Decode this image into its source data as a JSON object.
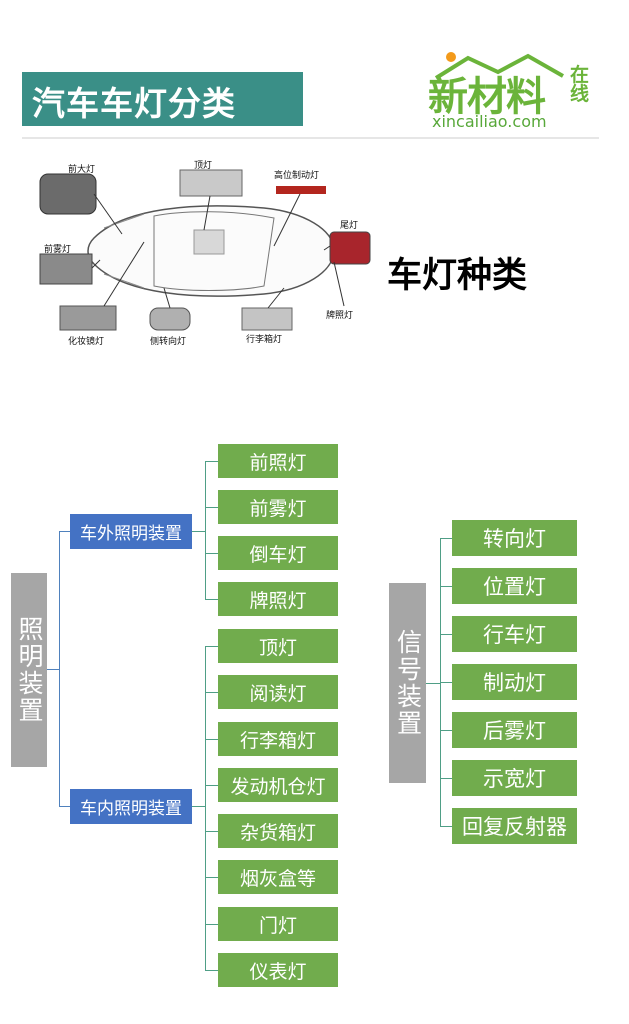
{
  "header": {
    "title": "汽车车灯分类",
    "logo_main": "新材料",
    "logo_side": "在线",
    "logo_url": "xincailiao.com"
  },
  "car_diagram": {
    "heading": "车灯种类",
    "callouts": [
      "前大灯",
      "顶灯",
      "高位制动灯",
      "尾灯",
      "前雾灯",
      "牌照灯",
      "化妆镜灯",
      "侧转向灯",
      "行李箱灯"
    ]
  },
  "lighting": {
    "root": "照明装置",
    "groups": [
      {
        "label": "车外照明装置",
        "items": [
          "前照灯",
          "前雾灯",
          "倒车灯",
          "牌照灯"
        ]
      },
      {
        "label": "车内照明装置",
        "items": [
          "顶灯",
          "阅读灯",
          "行李箱灯",
          "发动机仓灯",
          "杂货箱灯",
          "烟灰盒等",
          "门灯",
          "仪表灯"
        ]
      }
    ]
  },
  "signal": {
    "root": "信号装置",
    "items": [
      "转向灯",
      "位置灯",
      "行车灯",
      "制动灯",
      "后雾灯",
      "示宽灯",
      "回复反射器"
    ]
  },
  "colors": {
    "title_banner": "#3a8f87",
    "leaf_green": "#71ac4d",
    "group_blue": "#4472c4",
    "root_gray": "#a6a6a6",
    "logo_green": "#6bb43a"
  }
}
